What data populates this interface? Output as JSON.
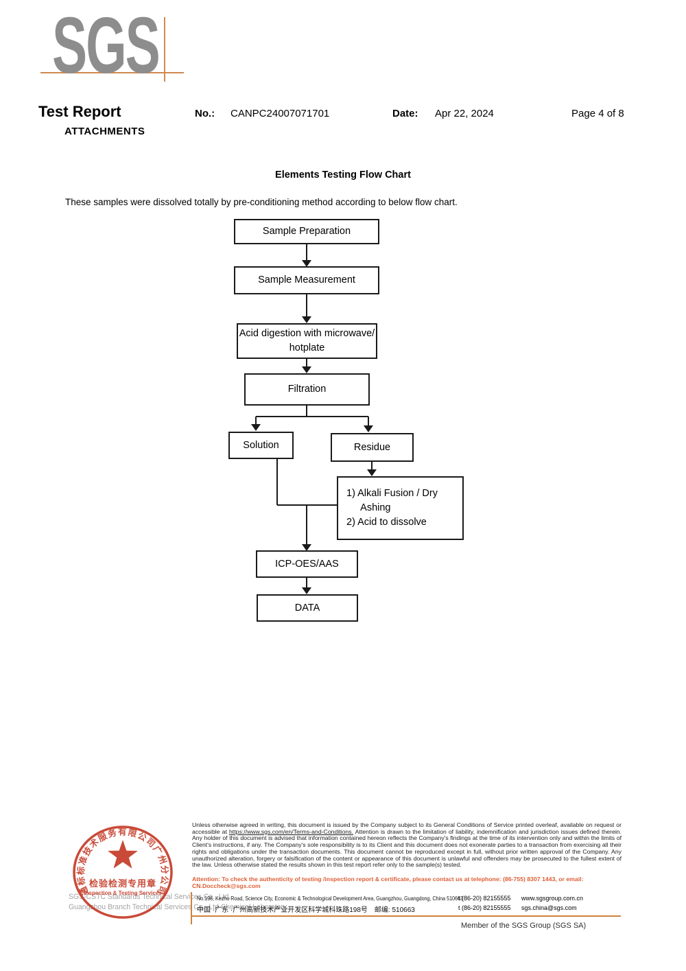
{
  "colors": {
    "accent_orange": "#cf823c",
    "attention_orange": "#dd5f36",
    "stamp_red": "#c53b28",
    "logo_gray": "#8d8d8d"
  },
  "logo": {
    "text": "SGS"
  },
  "header": {
    "title": "Test Report",
    "attachments": "ATTACHMENTS",
    "no_label": "No.:",
    "no_value": "CANPC24007071701",
    "date_label": "Date:",
    "date_value": "Apr 22, 2024",
    "page_label": "Page 4 of 8"
  },
  "content": {
    "chart_title": "Elements Testing Flow Chart",
    "intro": "These samples were dissolved totally by pre-conditioning method according to below flow chart."
  },
  "flowchart": {
    "boxes": [
      {
        "id": "sample-preparation",
        "label": "Sample Preparation"
      },
      {
        "id": "sample-measurement",
        "label": "Sample Measurement"
      },
      {
        "id": "acid-digestion",
        "label": "Acid digestion with microwave/ hotplate"
      },
      {
        "id": "filtration",
        "label": "Filtration"
      },
      {
        "id": "solution",
        "label": "Solution"
      },
      {
        "id": "residue",
        "label": "Residue"
      },
      {
        "id": "alkali-fusion",
        "label": "1) Alkali Fusion / Dry\n     Ashing\n2) Acid to dissolve"
      },
      {
        "id": "icp-oes-aas",
        "label": "ICP-OES/AAS"
      },
      {
        "id": "data",
        "label": "DATA"
      }
    ]
  },
  "stamp": {
    "ring_text": "通标标准技术服务有限公司广州分公司",
    "center_cn": "检验检测专用章",
    "center_en": "Inspection & Testing Services"
  },
  "footer": {
    "company_line1": "SGS-CSTC Standards Technical Services Co., Ltd.",
    "company_line2": "Guangzhou Branch Technical Services Co., Ltd Chemical Laboratory.",
    "legal_part1": "Unless otherwise agreed in writing, this document is issued by the Company subject to its General Conditions of Service printed overleaf, available on request or accessible at ",
    "legal_link": "https://www.sgs.com/en/Terms-and-Conditions.",
    "legal_part2": " Attention is drawn to the limitation of liability, indemnification and jurisdiction issues defined therein. Any holder of this document is advised that information contained hereon reflects the Company's findings at the time of its intervention only and within the limits of Client's instructions, if any. The Company's sole responsibility is to its Client and this document does not exonerate parties to a transaction from exercising all their rights and obligations under the transaction documents. This document cannot be reproduced except in full, without prior written approval of the Company. Any unauthorized alteration, forgery or falsification of the content or appearance of this document is unlawful and offenders may be prosecuted to the fullest extent of the law. Unless otherwise stated the results shown in this test report refer only to the sample(s) tested.",
    "attention_part1": "Attention: To check the authenticity of testing /inspection report & certificate, please contact us at telephone: (86-755) 8307 1443, or email: ",
    "attention_email": "CN.Doccheck@sgs.com",
    "address_en": "No.198, Kezhu Road, Science City, Economic & Technological Development Area, Guangzhou, Guangdong, China 510663",
    "address_cn": "中国 ·广东 ·广州高新技术产业开发区科学城科珠路198号　邮编: 510663",
    "tel1": "t (86-20) 82155555",
    "tel2": "t (86-20) 82155555",
    "web": "www.sgsgroup.com.cn",
    "email": "sgs.china@sgs.com",
    "member": "Member of the SGS Group (SGS SA)"
  }
}
